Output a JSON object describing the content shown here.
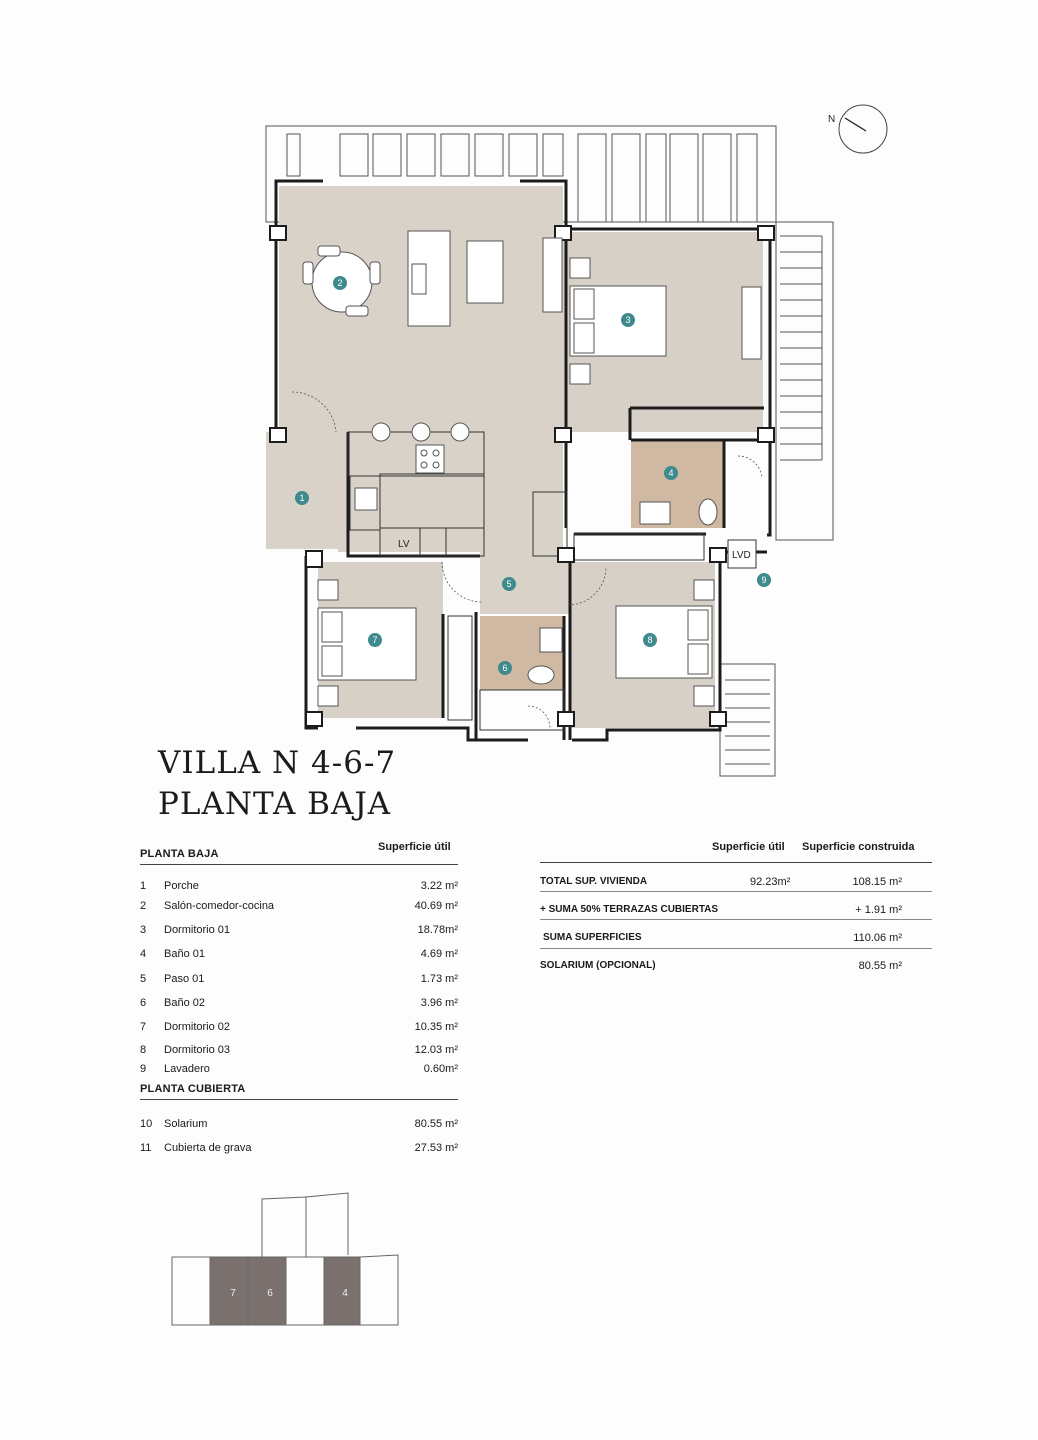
{
  "plan": {
    "north_label": "N",
    "lvd_label": "LVD",
    "lv_label": "LV",
    "room_markers": [
      "1",
      "2",
      "3",
      "4",
      "5",
      "6",
      "7",
      "8",
      "9"
    ],
    "colors": {
      "living": "#d9d2c9",
      "bedroom": "#d7d0c7",
      "bath": "#cfb9a2",
      "wall": "#1c1c1c",
      "marker": "#3f8a8c"
    }
  },
  "title": {
    "line1": "VILLA N 4-6-7",
    "line2": "PLANTA BAJA"
  },
  "left_table": {
    "section1": "PLANTA BAJA",
    "col_header": "Superficie útil",
    "rows1": [
      {
        "n": "1",
        "name": "Porche",
        "value": "3.22 m²"
      },
      {
        "n": "2",
        "name": "Salón-comedor-cocina",
        "value": "40.69 m²"
      },
      {
        "n": "3",
        "name": "Dormitorio 01",
        "value": "18.78m²"
      },
      {
        "n": "4",
        "name": "Baño 01",
        "value": "4.69 m²"
      },
      {
        "n": "5",
        "name": "Paso 01",
        "value": "1.73 m²"
      },
      {
        "n": "6",
        "name": "Baño 02",
        "value": "3.96 m²"
      },
      {
        "n": "7",
        "name": "Dormitorio 02",
        "value": "10.35 m²"
      },
      {
        "n": "8",
        "name": "Dormitorio 03",
        "value": "12.03 m²"
      },
      {
        "n": "9",
        "name": "Lavadero",
        "value": "0.60m²"
      }
    ],
    "section2": "PLANTA CUBIERTA",
    "rows2": [
      {
        "n": "10",
        "name": "Solarium",
        "value": "80.55 m²"
      },
      {
        "n": "11",
        "name": "Cubierta de grava",
        "value": "27.53 m²"
      }
    ]
  },
  "right_table": {
    "col_util": "Superficie útil",
    "col_construida": "Superficie construida",
    "rows": [
      {
        "label": "TOTAL SUP. VIVIENDA",
        "util": "92.23m²",
        "construida": "108.15 m²"
      },
      {
        "label": "+ SUMA 50% TERRAZAS CUBIERTAS",
        "util": "",
        "construida": "+ 1.91 m²"
      },
      {
        "label": "SUMA SUPERFICIES",
        "util": "",
        "construida": "110.06 m²"
      },
      {
        "label": "SOLARIUM (OPCIONAL)",
        "util": "",
        "construida": "80.55 m²"
      }
    ]
  },
  "keyplan": {
    "labels": [
      "7",
      "6",
      "4"
    ],
    "highlight_color": "#7a716e"
  }
}
